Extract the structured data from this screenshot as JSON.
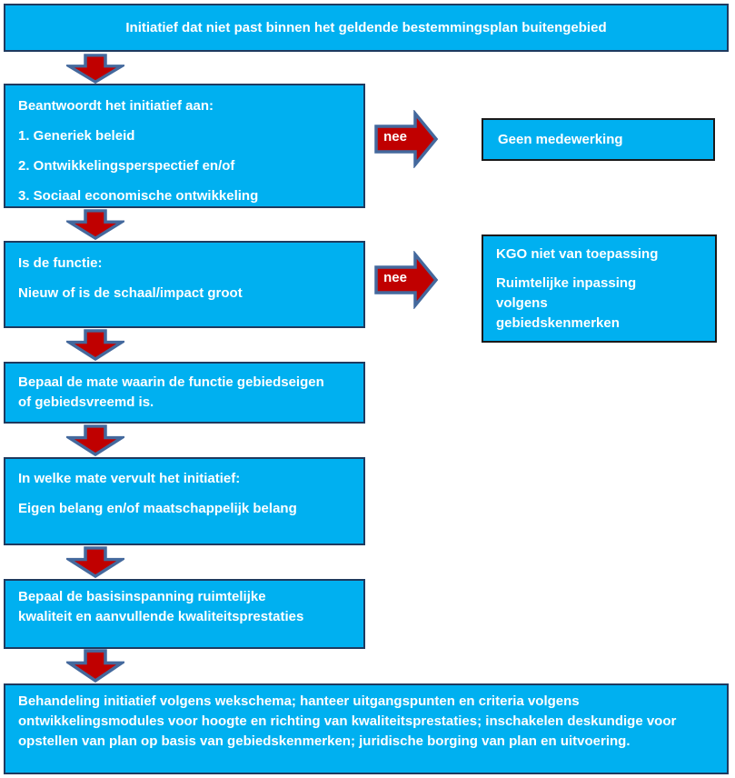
{
  "palette": {
    "box_fill": "#00B0F0",
    "box_border": "#1F3A5F",
    "outcome_box_border": "#1A1A1A",
    "arrow_fill": "#C00000",
    "arrow_outline": "#44699D",
    "text_color": "#FFFFFF"
  },
  "flow": {
    "start": "Initiatief dat niet past binnen het geldende bestemmingsplan buitengebied",
    "step1": {
      "heading": "Beantwoordt het initiatief aan:",
      "items": [
        "1. Generiek beleid",
        "2. Ontwikkelingsperspectief en/of",
        "3. Sociaal economische ontwikkeling"
      ]
    },
    "nee_label_1": "nee",
    "outcome1": "Geen medewerking",
    "step2": {
      "heading": "Is de functie:",
      "body": "Nieuw of is de schaal/impact groot"
    },
    "nee_label_2": "nee",
    "outcome2": {
      "line1": "KGO niet van toepassing",
      "line2": "Ruimtelijke inpassing volgens gebiedskenmerken"
    },
    "step3": "Bepaal de mate waarin de functie gebiedseigen of gebiedsvreemd is.",
    "step4": {
      "heading": "In welke mate vervult het initiatief:",
      "body": "Eigen belang en/of maatschappelijk belang"
    },
    "step5": "Bepaal de basisinspanning ruimtelijke kwaliteit en aanvullende kwaliteitsprestaties",
    "end": "Behandeling initiatief volgens wekschema; hanteer uitgangspunten en criteria volgens ontwikkelingsmodules voor hoogte en richting van kwaliteitsprestaties; inschakelen deskundige voor opstellen van plan op basis van gebiedskenmerken; juridische borging van plan en uitvoering."
  }
}
